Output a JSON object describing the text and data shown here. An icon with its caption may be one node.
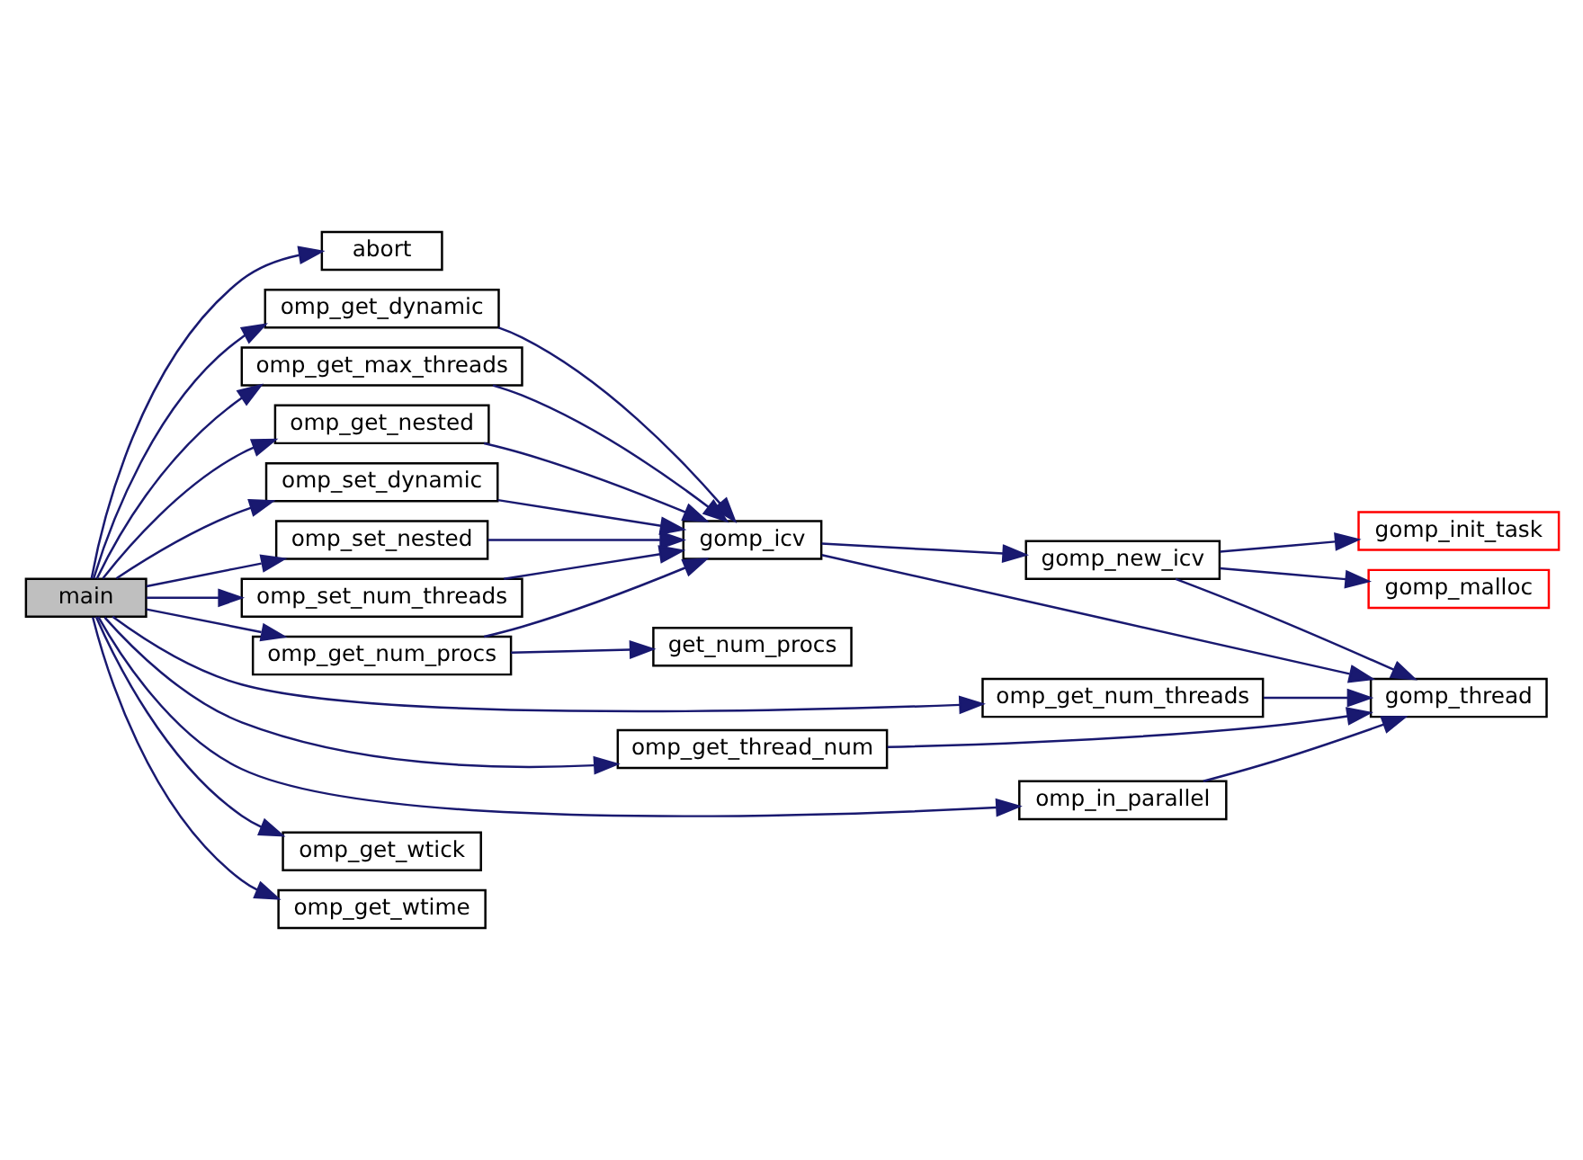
{
  "diagram": {
    "nodes": [
      {
        "text": [
          "main"
        ]
      },
      {
        "text": [
          "abort"
        ]
      },
      {
        "text": [
          "omp_get_dynamic"
        ]
      },
      {
        "text": [
          "omp_get_max_threads"
        ]
      },
      {
        "text": [
          "omp_get_nested"
        ]
      },
      {
        "text": [
          "omp_set_dynamic"
        ]
      },
      {
        "text": [
          "omp_set_nested"
        ]
      },
      {
        "text": [
          "omp_set_num_threads"
        ]
      },
      {
        "text": [
          "omp_get_num_procs"
        ]
      },
      {
        "text": [
          "gomp_icv"
        ]
      },
      {
        "text": [
          "get_num_procs"
        ]
      },
      {
        "text": [
          "gomp_new_icv"
        ]
      },
      {
        "text": [
          "gomp_init_task"
        ]
      },
      {
        "text": [
          "gomp_malloc"
        ]
      },
      {
        "text": [
          "omp_get_num_threads"
        ]
      },
      {
        "text": [
          "gomp_thread"
        ]
      },
      {
        "text": [
          "omp_get_thread_num"
        ]
      },
      {
        "text": [
          "omp_in_parallel"
        ]
      },
      {
        "text": [
          "omp_get_wtick"
        ]
      },
      {
        "text": [
          "omp_get_wtime"
        ]
      }
    ],
    "edges": [
      {
        "from": 0,
        "to": 1,
        "arrow": "to"
      },
      {
        "from": 0,
        "to": 2,
        "arrow": "to"
      },
      {
        "from": 0,
        "to": 3,
        "arrow": "to"
      },
      {
        "from": 0,
        "to": 4,
        "arrow": "to"
      },
      {
        "from": 0,
        "to": 5,
        "arrow": "to"
      },
      {
        "from": 0,
        "to": 6,
        "arrow": "to"
      },
      {
        "from": 0,
        "to": 7,
        "arrow": "to"
      },
      {
        "from": 0,
        "to": 8,
        "arrow": "to"
      },
      {
        "from": 0,
        "to": 14,
        "arrow": "to"
      },
      {
        "from": 0,
        "to": 16,
        "arrow": "to"
      },
      {
        "from": 0,
        "to": 17,
        "arrow": "to"
      },
      {
        "from": 0,
        "to": 18,
        "arrow": "to"
      },
      {
        "from": 0,
        "to": 19,
        "arrow": "to"
      },
      {
        "from": 2,
        "to": 9,
        "arrow": "to"
      },
      {
        "from": 3,
        "to": 9,
        "arrow": "to"
      },
      {
        "from": 4,
        "to": 9,
        "arrow": "to"
      },
      {
        "from": 5,
        "to": 9,
        "arrow": "to"
      },
      {
        "from": 6,
        "to": 9,
        "arrow": "to"
      },
      {
        "from": 7,
        "to": 9,
        "arrow": "to"
      },
      {
        "from": 8,
        "to": 9,
        "arrow": "to"
      },
      {
        "from": 8,
        "to": 10,
        "arrow": "to"
      },
      {
        "from": 9,
        "to": 11,
        "arrow": "to"
      },
      {
        "from": 9,
        "to": 15,
        "arrow": "to"
      },
      {
        "from": 11,
        "to": 12,
        "arrow": "to"
      },
      {
        "from": 11,
        "to": 13,
        "arrow": "to"
      },
      {
        "from": 11,
        "to": 15,
        "arrow": "to"
      },
      {
        "from": 14,
        "to": 15,
        "arrow": "to"
      },
      {
        "from": 16,
        "to": 15,
        "arrow": "to"
      },
      {
        "from": 17,
        "to": 15,
        "arrow": "to"
      }
    ]
  }
}
